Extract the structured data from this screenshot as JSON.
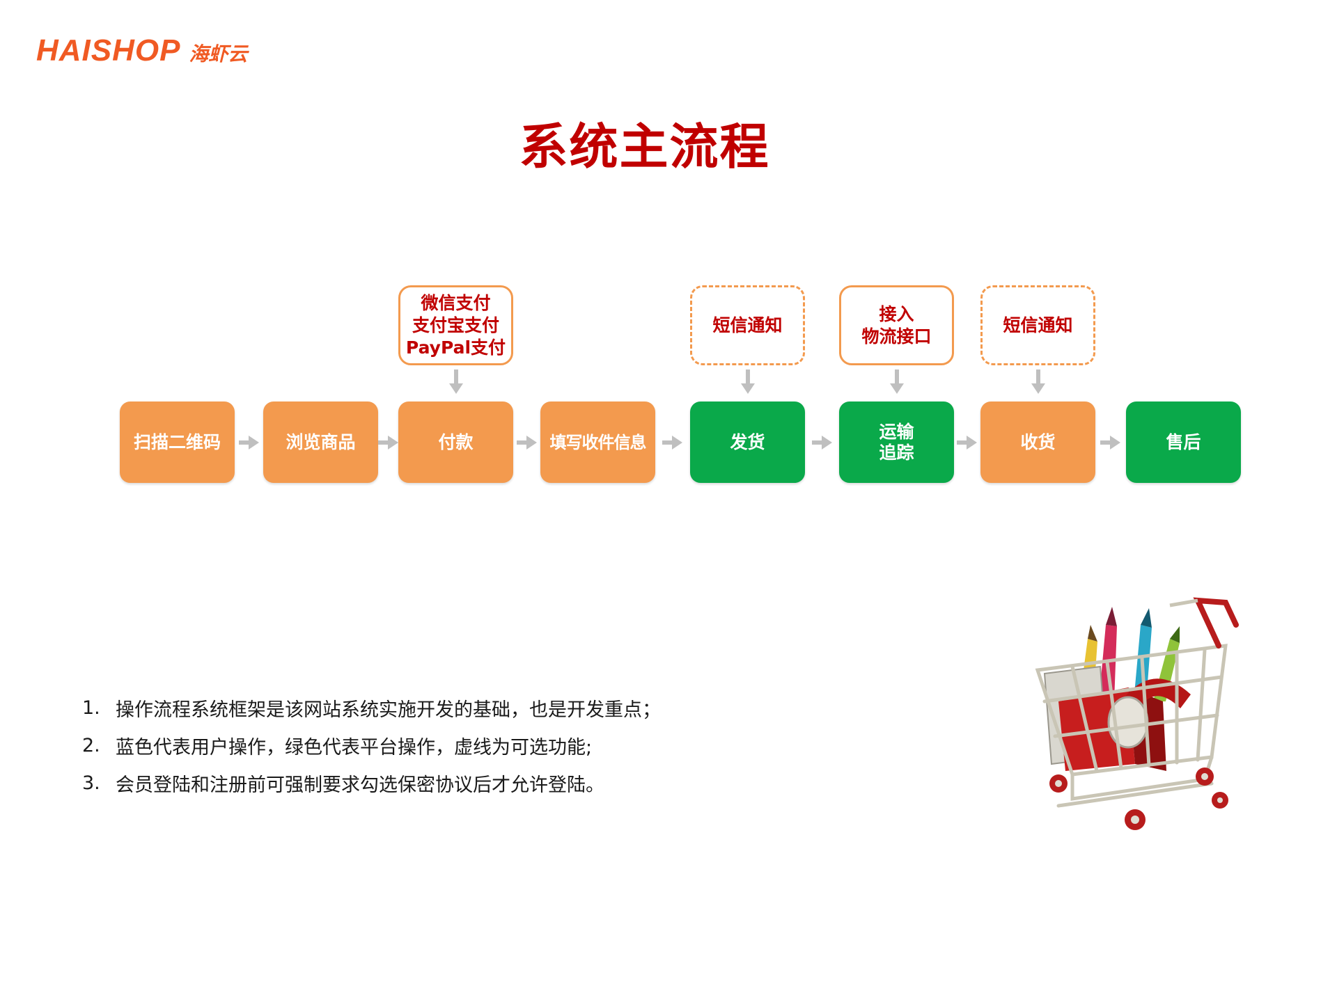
{
  "brand": {
    "logo_en": "HAISHOP",
    "logo_cn": "海虾云",
    "color": "#f05a23"
  },
  "title": "系统主流程",
  "colors": {
    "title": "#c00000",
    "user_step": "#f39a4e",
    "platform_step": "#0aa94a",
    "callout_text": "#c00000",
    "arrow": "#bfbfbf"
  },
  "steps": [
    {
      "label": "扫描二维码",
      "color": "orange"
    },
    {
      "label": "浏览商品",
      "color": "orange"
    },
    {
      "label": "付款",
      "color": "orange"
    },
    {
      "label": "填写收件信息",
      "color": "orange"
    },
    {
      "label": "发货",
      "color": "green"
    },
    {
      "label": "运输\n追踪",
      "color": "green"
    },
    {
      "label": "收货",
      "color": "orange"
    },
    {
      "label": "售后",
      "color": "green"
    }
  ],
  "callouts": [
    {
      "for_step": 2,
      "lines": [
        "微信支付",
        "支付宝支付",
        "PayPal支付"
      ],
      "style": "solid"
    },
    {
      "for_step": 4,
      "lines": [
        "短信通知"
      ],
      "style": "dashed"
    },
    {
      "for_step": 5,
      "lines": [
        "接入",
        "物流接口"
      ],
      "style": "solid"
    },
    {
      "for_step": 6,
      "lines": [
        "短信通知"
      ],
      "style": "dashed"
    }
  ],
  "notes": [
    {
      "num": "1.",
      "text": "操作流程系统框架是该网站系统实施开发的基础，也是开发重点；"
    },
    {
      "num": "2.",
      "text": "蓝色代表用户操作，绿色代表平台操作，虚线为可选功能;"
    },
    {
      "num": "3.",
      "text": "会员登陆和注册前可强制要求勾选保密协议后才允许登陆。"
    }
  ],
  "illustration": "shopping-cart-icon"
}
